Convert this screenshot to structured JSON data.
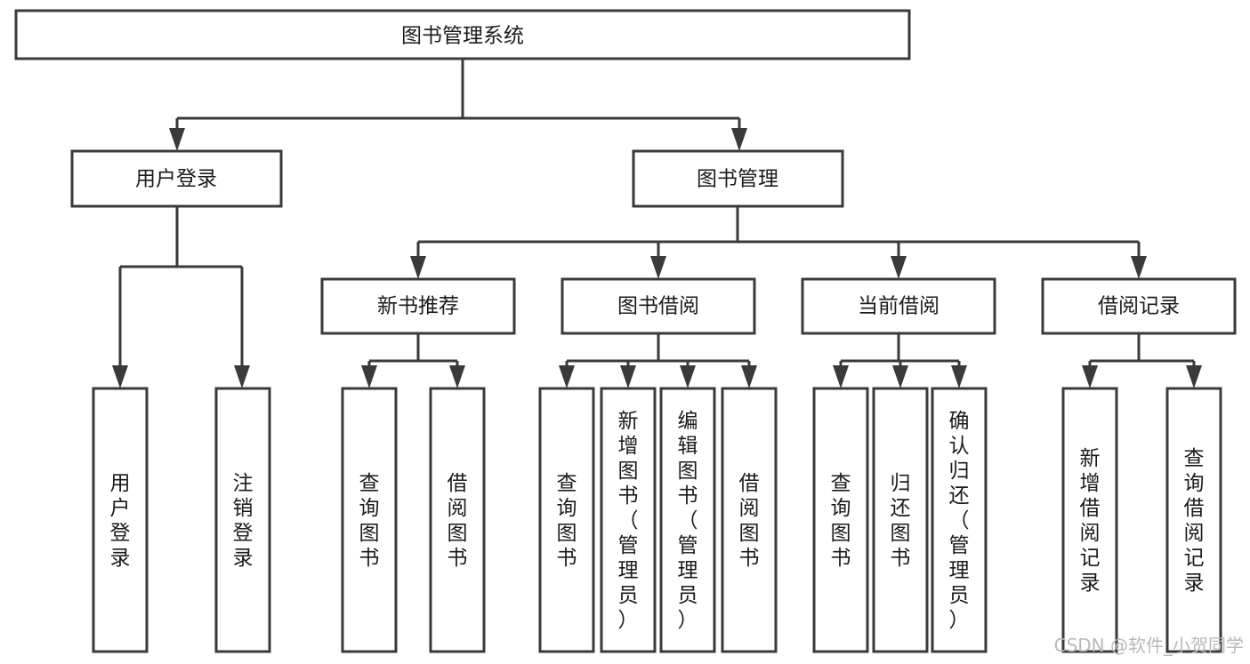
{
  "diagram": {
    "title": "图书管理系统",
    "type": "function-structure-tree",
    "orientation": "top-down",
    "levels": 4
  },
  "root": {
    "label": "图书管理系统"
  },
  "level2": [
    {
      "label": "用户登录"
    },
    {
      "label": "图书管理"
    }
  ],
  "level3": [
    {
      "label": "新书推荐"
    },
    {
      "label": "图书借阅"
    },
    {
      "label": "当前借阅"
    },
    {
      "label": "借阅记录"
    }
  ],
  "leaves": {
    "user_login": [
      {
        "label": "用户登录"
      },
      {
        "label": "注销登录"
      }
    ],
    "new_book_recommend": [
      {
        "label": "查询图书"
      },
      {
        "label": "借阅图书"
      }
    ],
    "book_borrow": [
      {
        "label": "查询图书"
      },
      {
        "label": "新增图书（管理员）"
      },
      {
        "label": "编辑图书（管理员）"
      },
      {
        "label": "借阅图书"
      }
    ],
    "current_borrow": [
      {
        "label": "查询图书"
      },
      {
        "label": "归还图书"
      },
      {
        "label": "确认归还（管理员）"
      }
    ],
    "borrow_record": [
      {
        "label": "新增借阅记录"
      },
      {
        "label": "查询借阅记录"
      }
    ]
  },
  "watermark": {
    "text": "CSDN @软件_小贺同学"
  },
  "colors": {
    "stroke": "#3a3a3a",
    "text": "#1b1b1b",
    "background": "#ffffff",
    "watermark": "#b9b9b9"
  }
}
